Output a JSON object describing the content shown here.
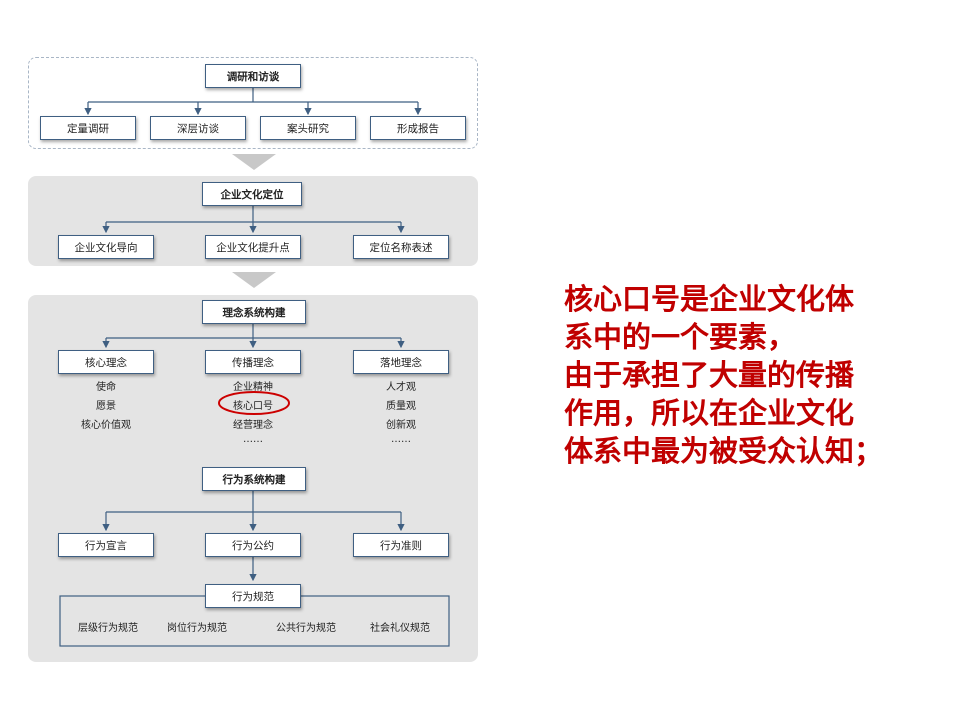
{
  "research": {
    "title": "调研和访谈",
    "items": [
      "定量调研",
      "深层访谈",
      "案头研究",
      "形成报告"
    ]
  },
  "positioning": {
    "title": "企业文化定位",
    "items": [
      "企业文化导向",
      "企业文化提升点",
      "定位名称表述"
    ]
  },
  "concept_system": {
    "title": "理念系统构建",
    "columns": [
      {
        "title": "核心理念",
        "items": [
          "使命",
          "愿景",
          "核心价值观"
        ]
      },
      {
        "title": "传播理念",
        "items": [
          "企业精神",
          "核心口号",
          "经营理念",
          "……"
        ]
      },
      {
        "title": "落地理念",
        "items": [
          "人才观",
          "质量观",
          "创新观",
          "……"
        ]
      }
    ]
  },
  "behavior_system": {
    "title": "行为系统构建",
    "items": [
      "行为宣言",
      "行为公约",
      "行为准则"
    ],
    "norms_title": "行为规范",
    "norms": [
      "层级行为规范",
      "岗位行为规范",
      "公共行为规范",
      "社会礼仪规范"
    ]
  },
  "highlight": {
    "target": "核心口号",
    "color": "#cc0000"
  },
  "callout": {
    "lines": [
      "核心口号是企业文化体",
      "系中的一个要素，",
      "由于承担了大量的传播",
      "作用，所以在企业文化",
      "体系中最为被受众认知；"
    ],
    "color": "#c00000"
  },
  "colors": {
    "line": "#3f5f82",
    "panel": "#e4e4e4",
    "arrow": "#c8c8c8"
  }
}
